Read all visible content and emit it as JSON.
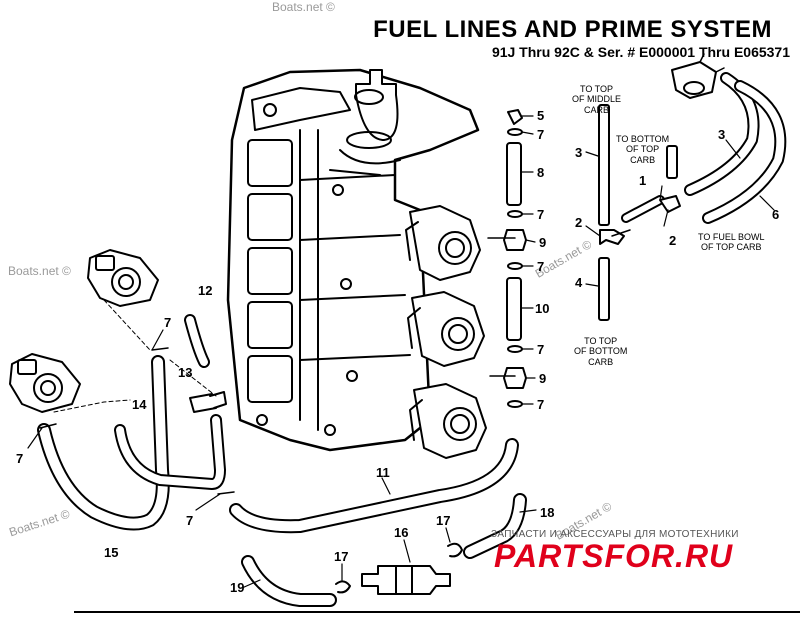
{
  "header": {
    "title": "FUEL LINES AND PRIME SYSTEM",
    "subtitle": "91J Thru 92C & Ser. # E000001 Thru E065371"
  },
  "watermarks": {
    "boats_net": "Boats.net ©",
    "brand_subtitle": "ЗАПЧАСТИ И АКСЕССУАРЫ ДЛЯ МОТОТЕХНИКИ",
    "brand_logo": "PARTSFOR.RU"
  },
  "callouts": {
    "c1": "1",
    "c2a": "2",
    "c2b": "2",
    "c3a": "3",
    "c3b": "3",
    "c4": "4",
    "c5": "5",
    "c6": "6",
    "c7a": "7",
    "c7b": "7",
    "c7c": "7",
    "c7d": "7",
    "c7e": "7",
    "c7f": "7",
    "c7g": "7",
    "c7h": "7",
    "c8": "8",
    "c9a": "9",
    "c9b": "9",
    "c10": "10",
    "c11": "11",
    "c12": "12",
    "c13": "13",
    "c14": "14",
    "c15": "15",
    "c16": "16",
    "c17a": "17",
    "c17b": "17",
    "c18": "18",
    "c19": "19"
  },
  "notes": {
    "middle_carb_1": "TO TOP",
    "middle_carb_2": "OF MIDDLE",
    "middle_carb_3": "CARB",
    "bottom_top_1": "TO BOTTOM",
    "bottom_top_2": "OF TOP",
    "bottom_top_3": "CARB",
    "fuel_bowl_1": "TO FUEL BOWL",
    "fuel_bowl_2": "OF TOP CARB",
    "top_bottom_1": "TO TOP",
    "top_bottom_2": "OF BOTTOM",
    "top_bottom_3": "CARB"
  }
}
